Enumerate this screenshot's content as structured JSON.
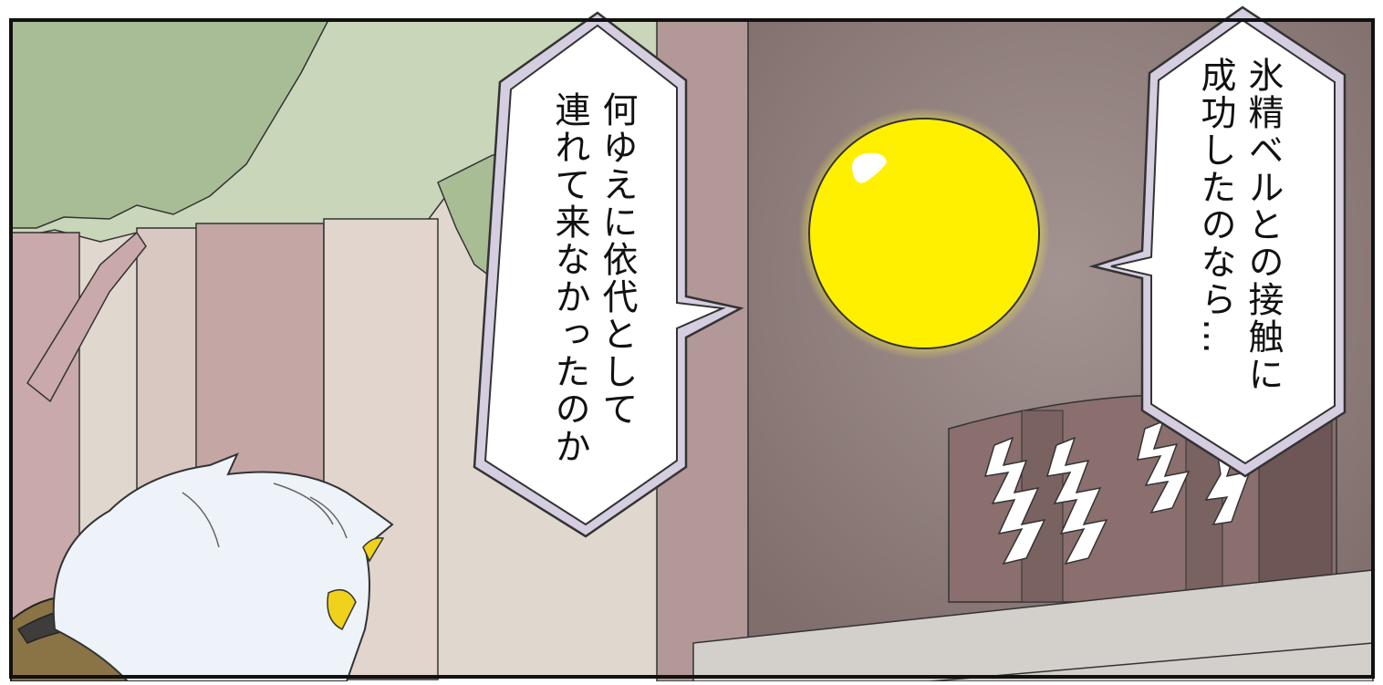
{
  "panel": {
    "speech_left": {
      "line1": "何ゆえに依代として",
      "line2": "連れて来なかったのか"
    },
    "speech_right": {
      "line1": "氷精ベルとの接触に",
      "line2": "成功したのなら…"
    },
    "colors": {
      "sky": "#cfd9c0",
      "foliage": "#a9bd95",
      "trunk": "#c9a9aa",
      "shrine_wall": "#8f7d7b",
      "orb": "#fff000",
      "orb_glow": "#f4e94a",
      "bubble_border": "#d5cde0",
      "ink": "#111111"
    }
  }
}
